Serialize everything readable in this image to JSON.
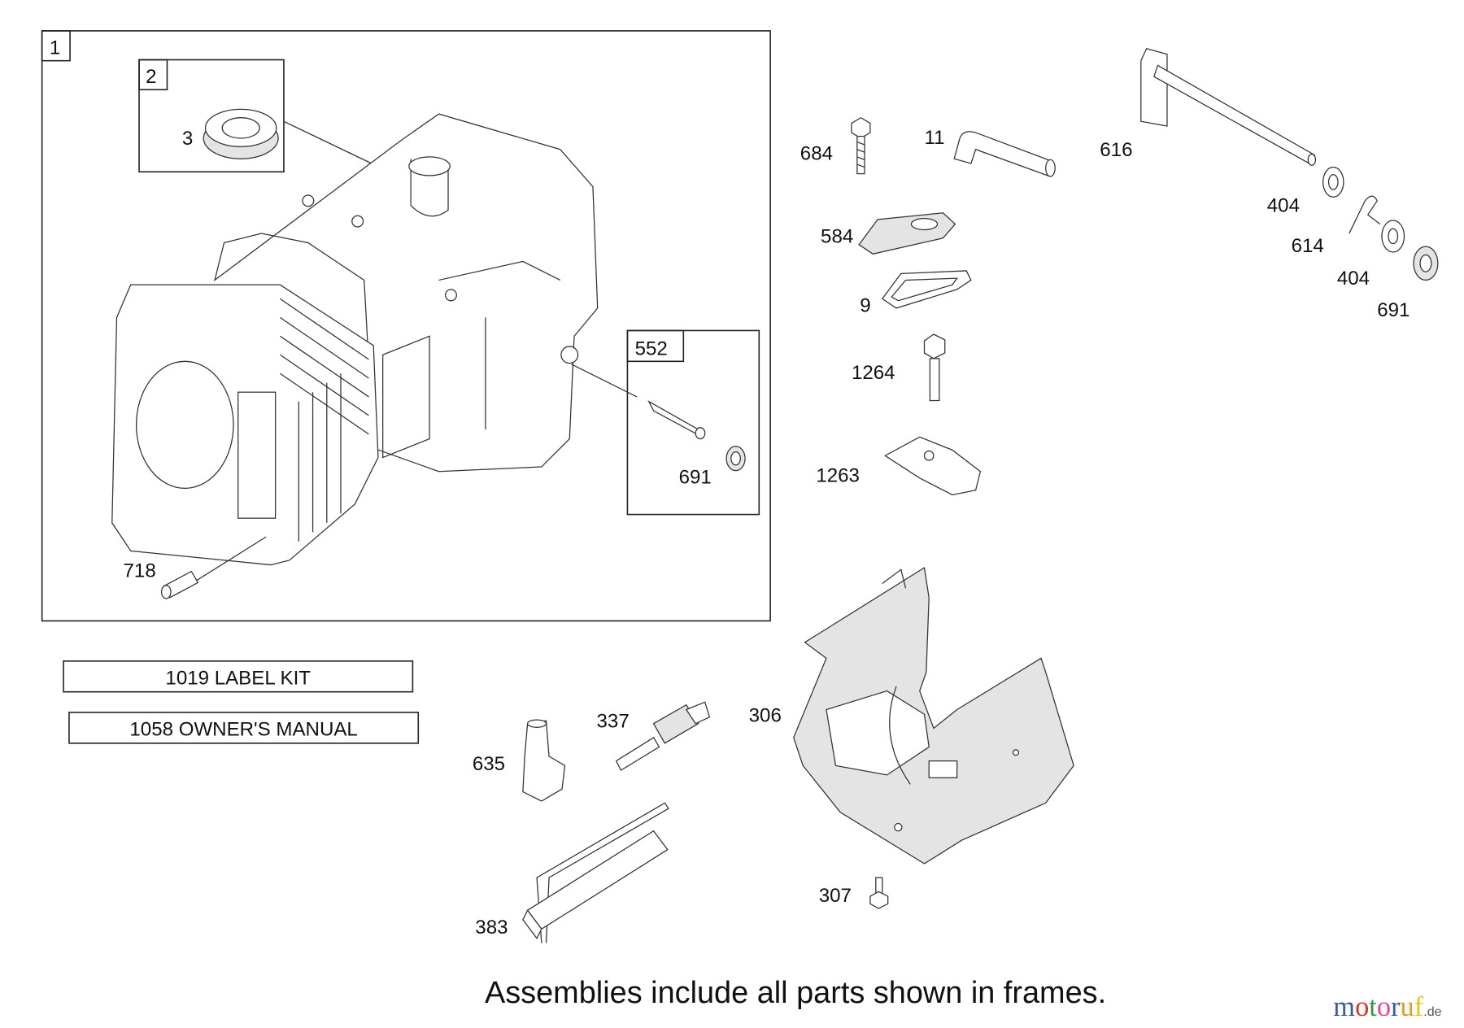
{
  "assembly_frames": [
    {
      "ref": "1"
    },
    {
      "ref": "2"
    },
    {
      "ref": "552"
    }
  ],
  "part_labels": {
    "p1": "1",
    "p2": "2",
    "p3": "3",
    "p552": "552",
    "p691a": "691",
    "p718": "718",
    "p684": "684",
    "p11": "11",
    "p616": "616",
    "p404a": "404",
    "p614": "614",
    "p404b": "404",
    "p691b": "691",
    "p584": "584",
    "p9": "9",
    "p1264": "1264",
    "p1263": "1263",
    "p337": "337",
    "p306": "306",
    "p635": "635",
    "p383": "383",
    "p307": "307"
  },
  "kits": {
    "label_kit": "1019 LABEL KIT",
    "owners_manual": "1058 OWNER'S MANUAL"
  },
  "caption": "Assemblies include all parts shown in frames.",
  "watermark": {
    "text": "motoruf",
    "suffix": ".de",
    "letter_colors": [
      "#3a5aa8",
      "#d9342b",
      "#2e9a3e",
      "#e8468f",
      "#3a5aa8",
      "#e89a1c",
      "#e8c51c"
    ]
  }
}
